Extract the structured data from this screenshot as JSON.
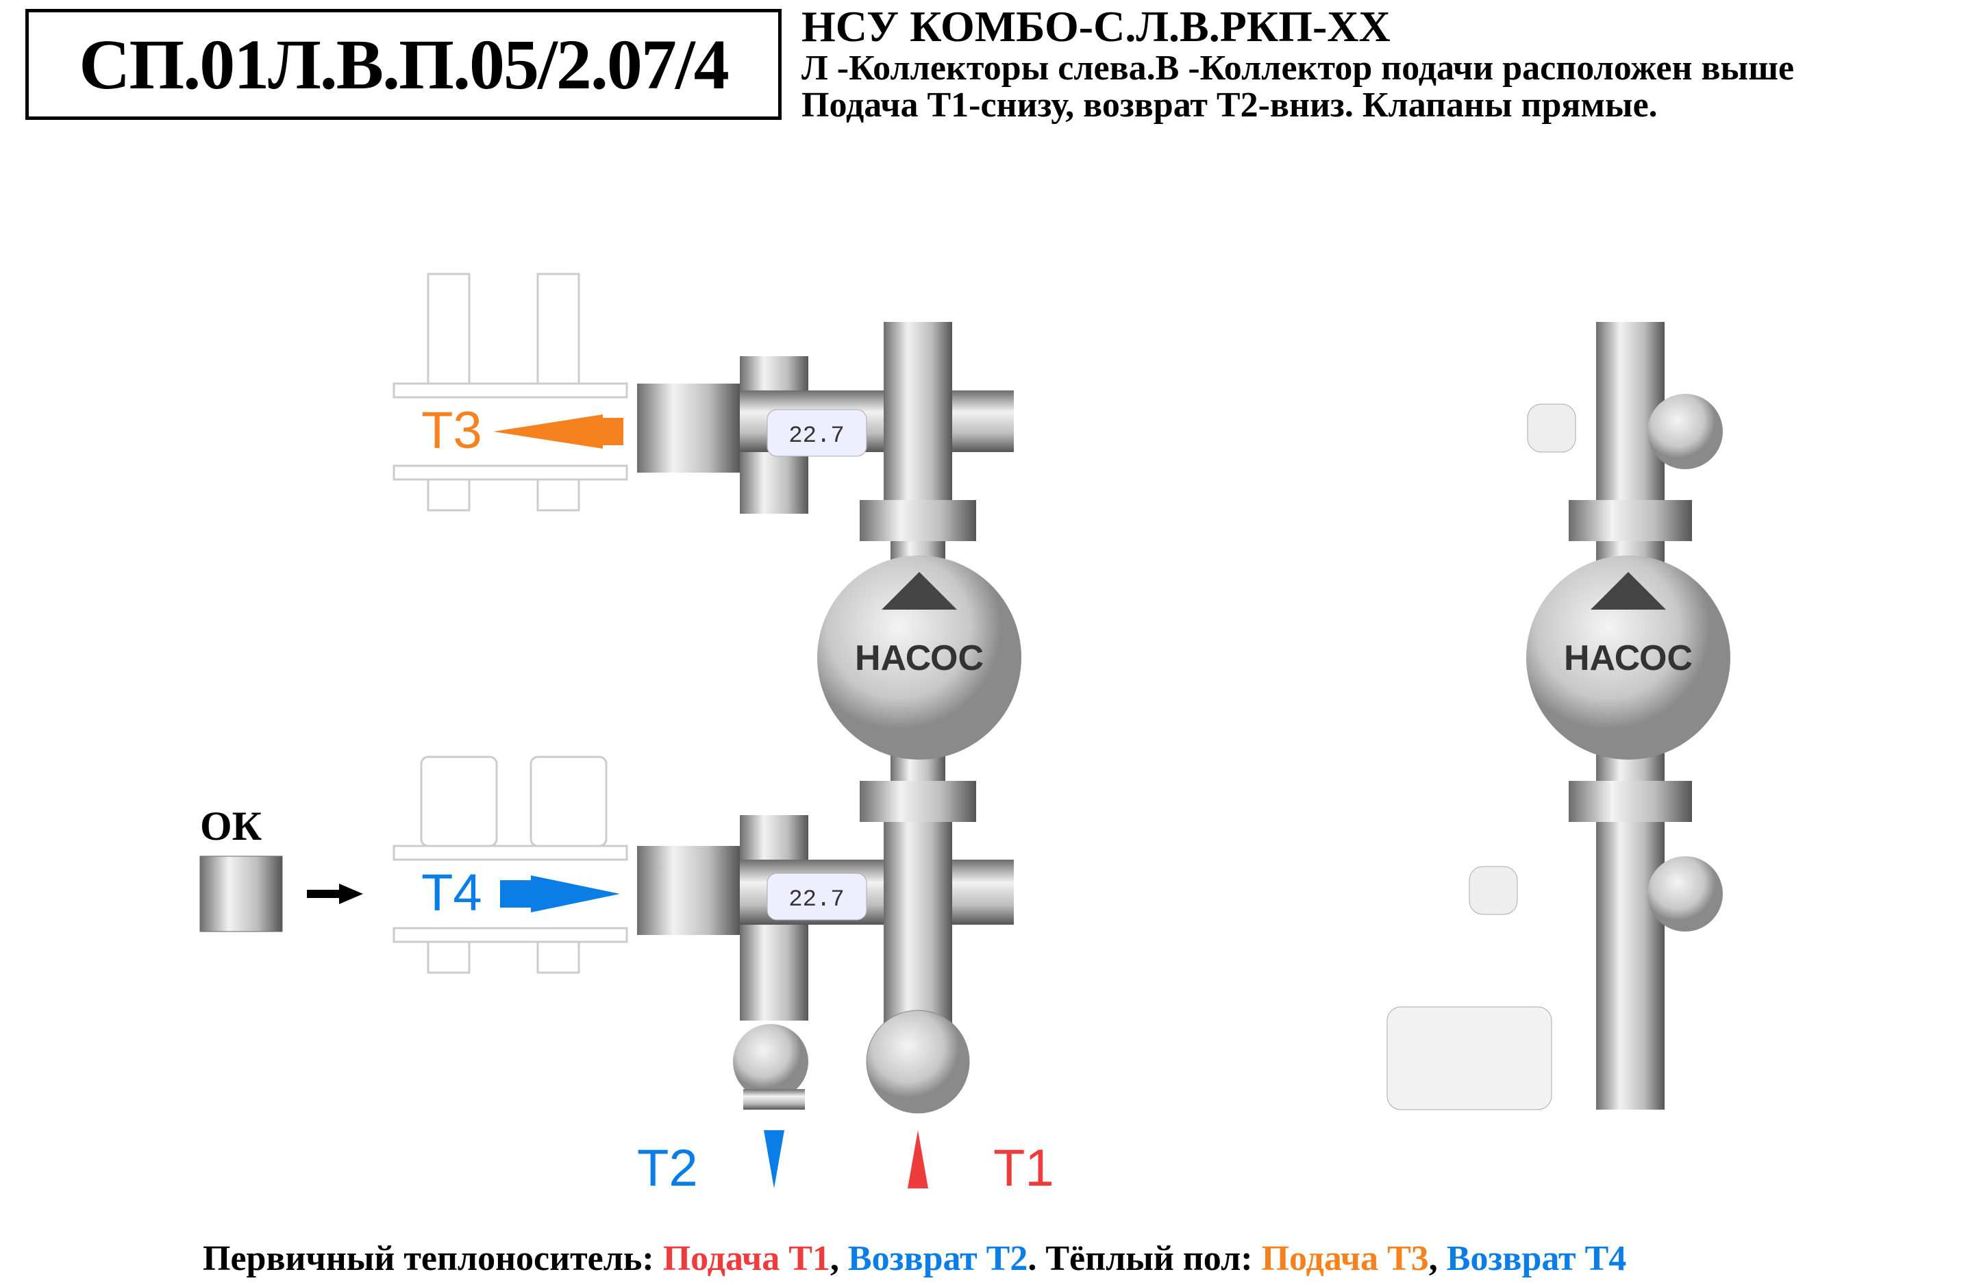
{
  "header": {
    "code": "СП.01Л.В.П.05/2.07/4",
    "title": "НСУ КОМБО-С.Л.В.РКП-ХХ",
    "line2": "Л -Коллекторы слева.В -Коллектор подачи расположен выше",
    "line3": "Подача Т1-снизу, возврат Т2-вниз. Клапаны прямые."
  },
  "diagram": {
    "t3": "T3",
    "t4": "T4",
    "t2": "T2",
    "t1": "T1",
    "ok": "ОК",
    "pump_label": "НАСОС",
    "pump_label_side": "НАСОС",
    "thermometer_top": "22.7",
    "thermometer_bottom": "22.7",
    "colors": {
      "t1": "#ee3b3b",
      "t2": "#0a7ee6",
      "t3": "#f5821f",
      "t4": "#0a7ee6"
    }
  },
  "legend": {
    "prefix": "Первичный теплоноситель: ",
    "t1": "Подача Т1",
    "sep1": ", ",
    "t2": "Возврат Т2",
    "mid": ". Тёплый пол: ",
    "t3": "Подача Т3",
    "sep2": ", ",
    "t4": "Возврат Т4"
  }
}
